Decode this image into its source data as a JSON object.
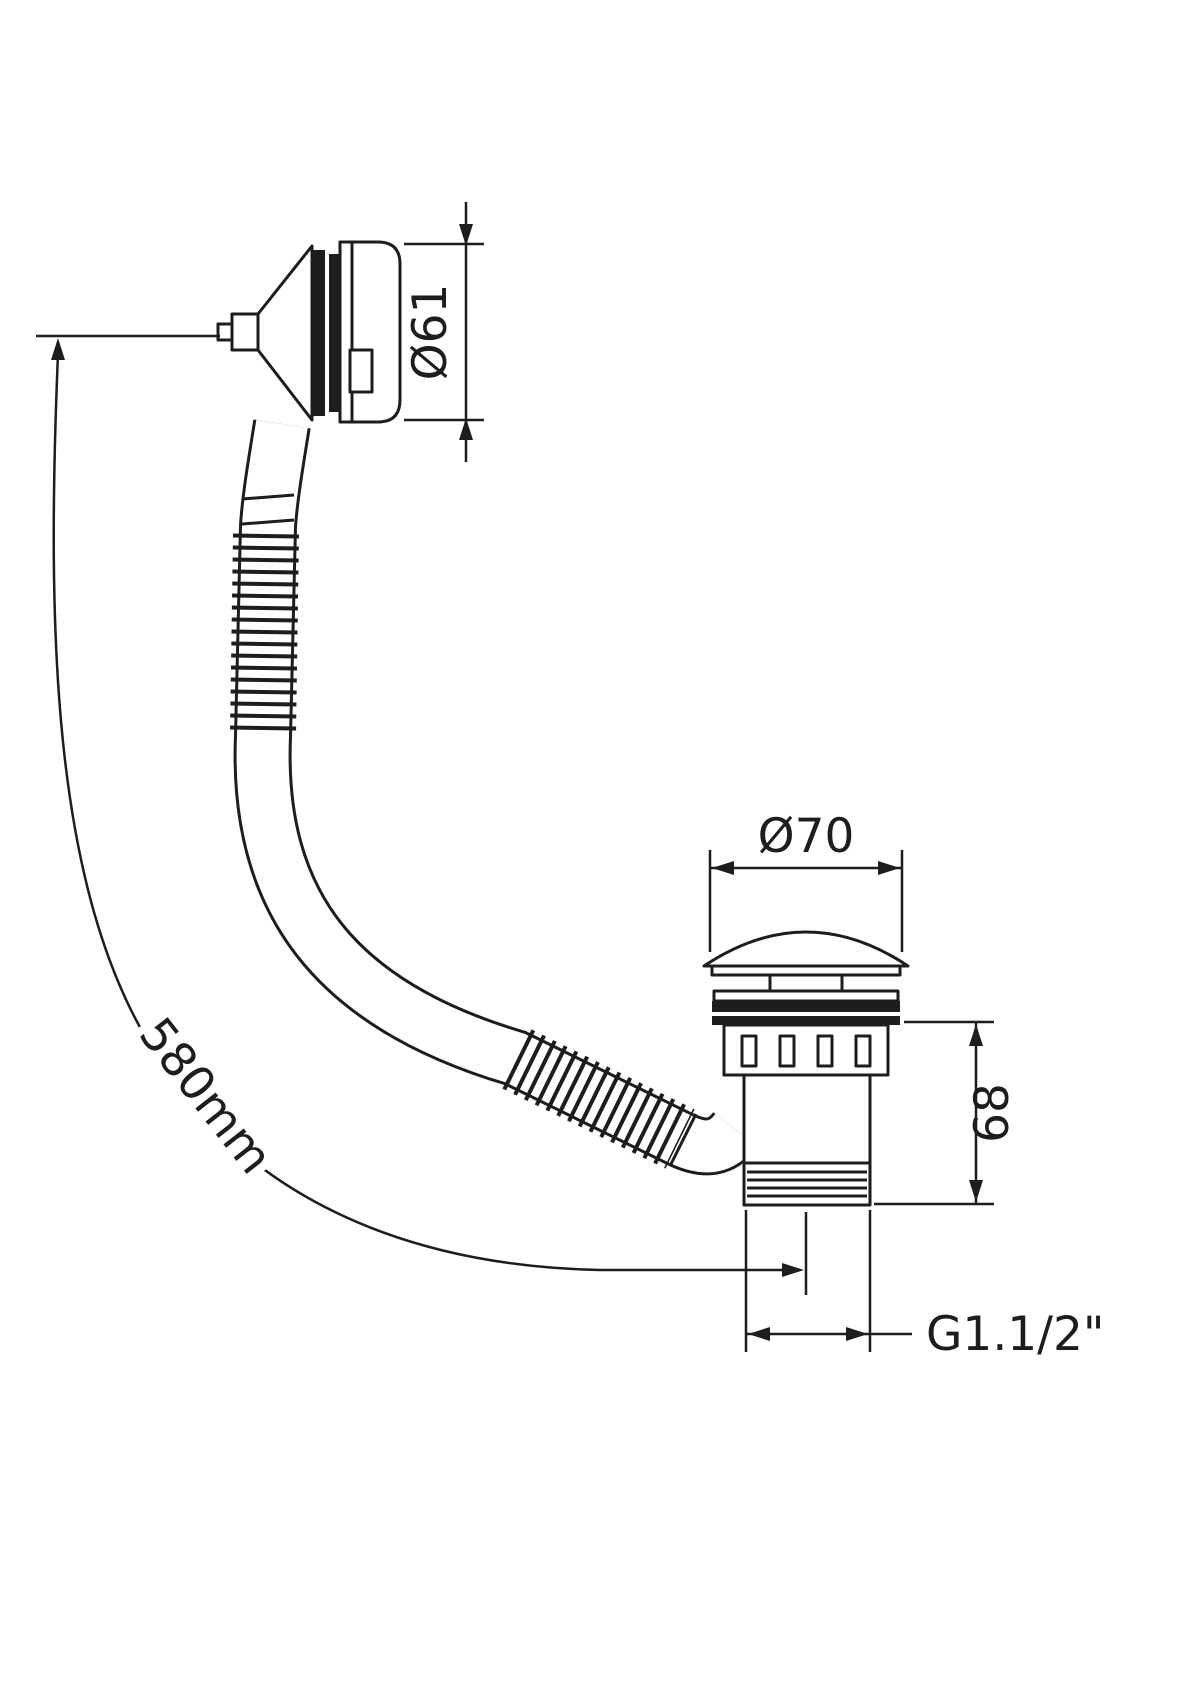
{
  "drawing": {
    "type": "technical-dimension-drawing",
    "subject": "bath-overflow-filler-with-pop-up-waste",
    "background_color": "#ffffff",
    "line_color": "#1d1d1b"
  },
  "labels": {
    "overflow_diameter": "Ø61",
    "waste_cap_diameter": "Ø70",
    "waste_body_height": "68",
    "hose_length": "580mm",
    "waste_thread": "G1.1/2\""
  }
}
